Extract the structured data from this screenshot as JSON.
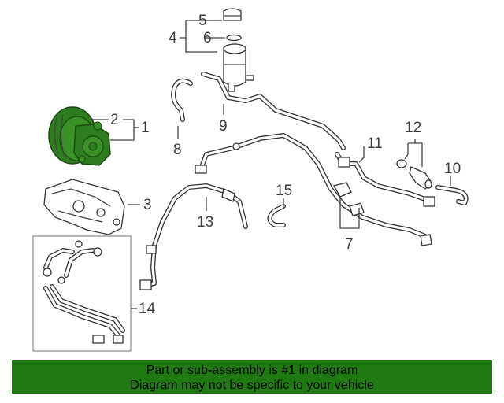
{
  "callouts": [
    {
      "id": "c1",
      "text": "1"
    },
    {
      "id": "c2",
      "text": "2"
    },
    {
      "id": "c3",
      "text": "3"
    },
    {
      "id": "c4",
      "text": "4"
    },
    {
      "id": "c5",
      "text": "5"
    },
    {
      "id": "c6",
      "text": "6"
    },
    {
      "id": "c7",
      "text": "7"
    },
    {
      "id": "c8",
      "text": "8"
    },
    {
      "id": "c9",
      "text": "9"
    },
    {
      "id": "c10",
      "text": "10"
    },
    {
      "id": "c11",
      "text": "11"
    },
    {
      "id": "c12",
      "text": "12"
    },
    {
      "id": "c13",
      "text": "13"
    },
    {
      "id": "c14",
      "text": "14"
    },
    {
      "id": "c15",
      "text": "15"
    }
  ],
  "banner": {
    "line1": "Part or sub-assembly is #1 in diagram",
    "line2": "Diagram may not be specific to your vehicle",
    "color": "#1f7a12"
  }
}
